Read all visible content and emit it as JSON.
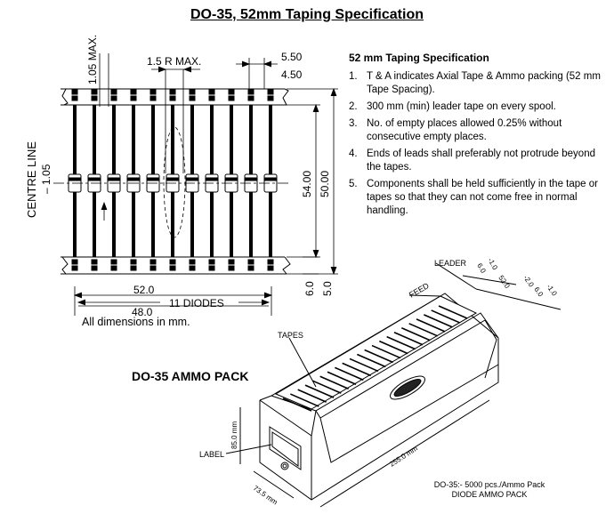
{
  "title": "DO-35, 52mm Taping Specification",
  "dims": {
    "d105": "1.05 MAX.",
    "r15": "1.5 R MAX.",
    "d550": "5.50",
    "d450": "4.50",
    "centre": "CENTRE LINE",
    "m105": "– 1.05",
    "d5400": "54.00",
    "d5000": "50.00",
    "d520": "52.0",
    "diodes": "11 DIODES",
    "d480": "48.0",
    "d60": "6.0",
    "d50": "5.0"
  },
  "all_dims": "All dimensions in mm.",
  "spec": {
    "heading": "52 mm Taping Specification",
    "items": [
      {
        "num": "1.",
        "text": "T & A indicates Axial Tape & Ammo packing (52 mm Tape Spacing)."
      },
      {
        "num": "2.",
        "text": "300 mm (min) leader tape on every spool."
      },
      {
        "num": "3.",
        "text": "No. of empty places allowed 0.25% without consecutive empty places."
      },
      {
        "num": "4.",
        "text": "Ends of leads shall preferably not protrude beyond the tapes."
      },
      {
        "num": "5.",
        "text": "Components shall be held sufficiently in the tape or tapes so that they can not come free in normal handling."
      }
    ]
  },
  "ammo": {
    "title": "DO-35 AMMO PACK",
    "leader": "LEADER",
    "feed": "FEED",
    "tapes": "TAPES",
    "label": "LABEL",
    "h85": "85.0 mm",
    "w735": "73.5 mm",
    "l255": "255.0 mm",
    "t60a": "6.0",
    "t10a": "-1.0",
    "t520": "52.0",
    "t20": "-2.0",
    "t60b": "6.0",
    "t10b": "-1.0",
    "caption1": "DO-35:- 5000 pcs./Ammo Pack",
    "caption2": "DIODE AMMO PACK"
  }
}
